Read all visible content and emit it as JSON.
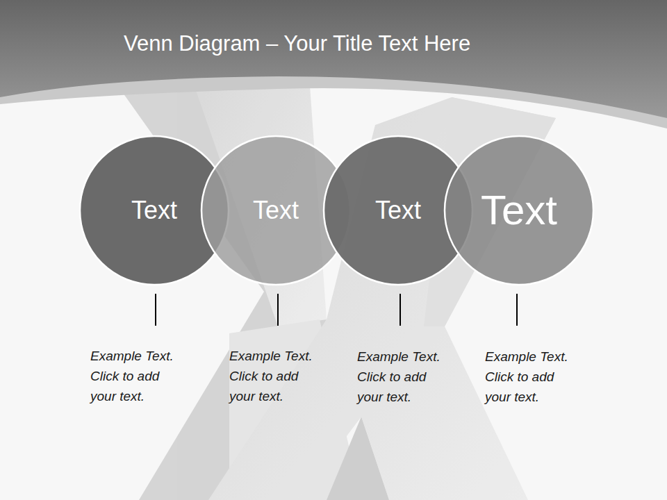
{
  "diagram": {
    "title": "Venn Diagram – Your Title Text Here",
    "nodes": [
      {
        "text": [
          "Text"
        ]
      },
      {
        "text": [
          "Text"
        ]
      },
      {
        "text": [
          "Text"
        ]
      },
      {
        "text": [
          "Text"
        ]
      }
    ],
    "labels": [
      "Example Text. Click to add your text.",
      "Example Text. Click to add your text.",
      "Example Text. Click to add your text.",
      "Example Text. Click to add your text."
    ]
  }
}
